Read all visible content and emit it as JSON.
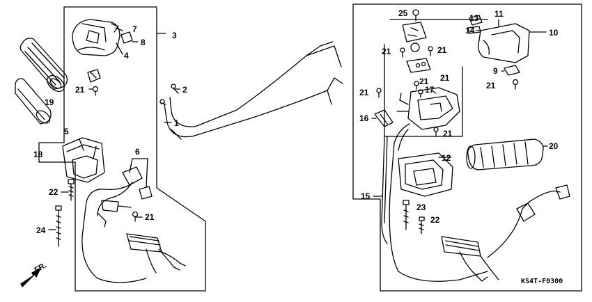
{
  "diagram": {
    "callouts": {
      "l1": "1",
      "l2": "2",
      "l3": "3",
      "l4": "4",
      "l5": "5",
      "l6": "6",
      "l7": "7",
      "l8": "8",
      "l18": "18",
      "l19": "19",
      "l21a": "21",
      "l21b": "21",
      "l22": "22",
      "l24": "24",
      "r9": "9",
      "r10": "10",
      "r11": "11",
      "r12": "12",
      "r13": "13",
      "r14": "14",
      "r15": "15",
      "r16": "16",
      "r17": "17",
      "r20": "20",
      "r21a": "21",
      "r21b": "21",
      "r21c": "21",
      "r21d": "21",
      "r21e": "21",
      "r21f": "21",
      "r21g": "21",
      "r22": "22",
      "r23": "23",
      "r25": "25"
    },
    "front_label": "FR.",
    "code_label": "KS4T-F0300"
  }
}
